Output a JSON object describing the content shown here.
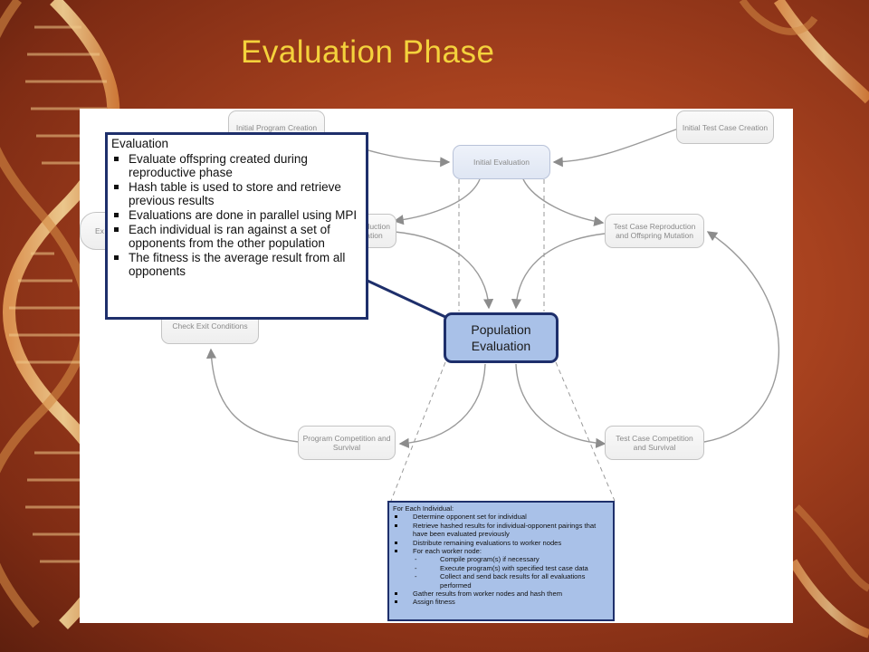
{
  "slide": {
    "title": "Evaluation Phase"
  },
  "diagram": {
    "nodes": {
      "initial_program_creation": "Initial Program Creation",
      "initial_test_case_creation": "Initial Test Case Creation",
      "initial_evaluation": "Initial Evaluation",
      "program_reproduction": "roduction\nation",
      "test_case_reproduction": "Test Case Reproduction\nand Offspring Mutation",
      "exit_partial": "Ex",
      "check_exit_conditions": "Check Exit Conditions",
      "population_evaluation": "Population\nEvaluation",
      "program_competition": "Program Competition and\nSurvival",
      "test_case_competition": "Test Case Competition\nand Survival"
    },
    "callout": {
      "heading": "Evaluation",
      "bullets": [
        "Evaluate offspring created during reproductive phase",
        "Hash table is used to store and retrieve previous results",
        "Evaluations are done in parallel using MPI",
        "Each individual is ran against a set of opponents from the other population",
        "The fitness is the average result from all opponents"
      ]
    },
    "detail": {
      "heading": "For Each Individual:",
      "items": [
        {
          "type": "bullet",
          "text": "Determine opponent set for individual"
        },
        {
          "type": "bullet",
          "text": "Retrieve hashed results for individual-opponent pairings that have been evaluated previously"
        },
        {
          "type": "bullet",
          "text": "Distribute remaining evaluations to worker nodes"
        },
        {
          "type": "bullet",
          "text": "For each worker node:"
        },
        {
          "type": "dash",
          "text": "Compile program(s) if necessary"
        },
        {
          "type": "dash",
          "text": "Execute program(s) with specified test case data"
        },
        {
          "type": "dash",
          "text": "Collect and send back results for all evaluations performed"
        },
        {
          "type": "bullet",
          "text": "Gather results from worker nodes and hash them"
        },
        {
          "type": "bullet",
          "text": "Assign fitness"
        }
      ]
    },
    "colors": {
      "title": "#f4d23c",
      "highlight_fill": "#a9c1e8",
      "highlight_border": "#1e2f6b",
      "arrow": "#8c8c8c"
    }
  }
}
